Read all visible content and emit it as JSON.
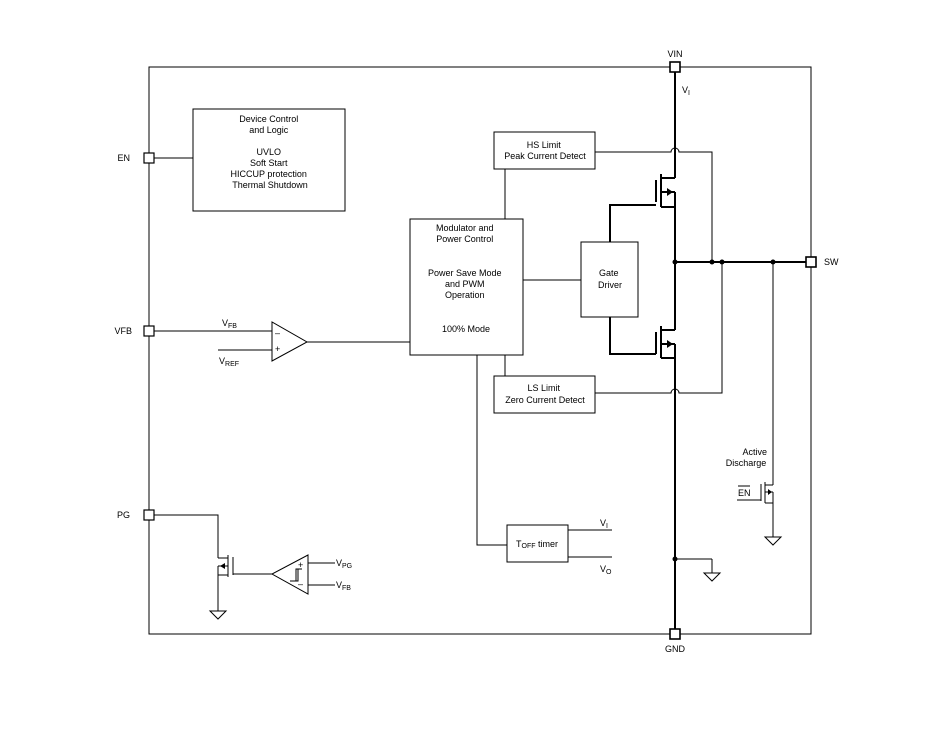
{
  "pins": {
    "vin": "VIN",
    "en": "EN",
    "vfb": "VFB",
    "pg": "PG",
    "sw": "SW",
    "gnd": "GND"
  },
  "blocks": {
    "device_control": [
      "Device Control",
      "and Logic",
      "",
      "UVLO",
      "Soft Start",
      "HICCUP protection",
      "Thermal Shutdown"
    ],
    "modulator": [
      "Modulator and",
      "Power Control",
      "",
      "Power Save Mode",
      "and PWM",
      "Operation",
      "",
      "100% Mode"
    ],
    "gate_driver": [
      "Gate",
      "Driver"
    ],
    "hs_limit": [
      "HS Limit",
      "Peak Current Detect"
    ],
    "ls_limit": [
      "LS Limit",
      "Zero Current Detect"
    ],
    "toff_timer": {
      "main": "T",
      "sub": "OFF",
      "suffix": " timer"
    }
  },
  "signals": {
    "vi_top": {
      "main": "V",
      "sub": "I"
    },
    "vfb_in": {
      "main": "V",
      "sub": "FB"
    },
    "vref_in": {
      "main": "V",
      "sub": "REF"
    },
    "comp_minus": "–",
    "comp_plus": "+",
    "vpg": {
      "main": "V",
      "sub": "PG"
    },
    "vfb_pg": {
      "main": "V",
      "sub": "FB"
    },
    "pg_plus": "+",
    "pg_minus": "–",
    "timer_vi": {
      "main": "V",
      "sub": "I"
    },
    "timer_vo": {
      "main": "V",
      "sub": "O"
    },
    "active_discharge": [
      "Active",
      "Discharge"
    ],
    "en_bar": "EN"
  },
  "icons": [
    "ground-icon",
    "nmos-transistor-icon",
    "comparator-icon",
    "hysteresis-icon"
  ]
}
